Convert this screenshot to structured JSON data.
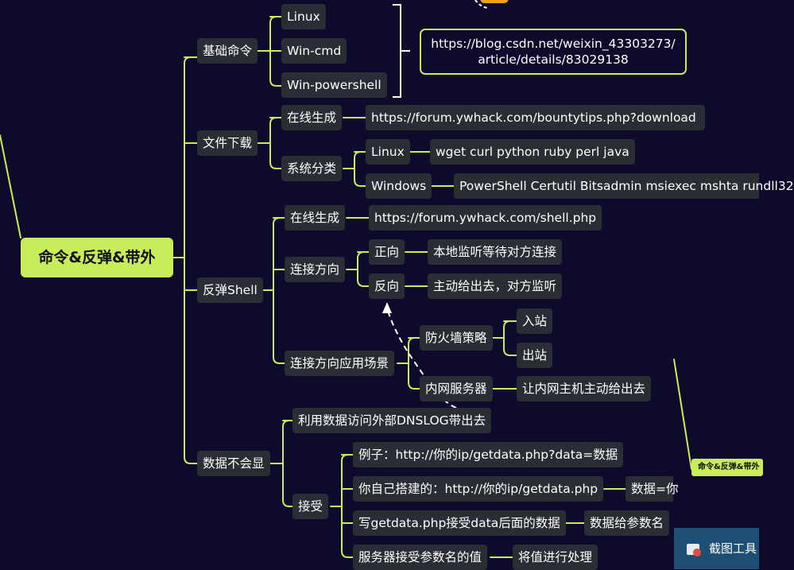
{
  "root": "命令&反弹&带外",
  "basic": {
    "label": "基础命令",
    "items": [
      "Linux",
      "Win-cmd",
      "Win-powershell"
    ],
    "link": [
      "https://blog.csdn.net/weixin_43303273/",
      "article/details/83029138"
    ]
  },
  "download": {
    "label": "文件下载",
    "online": {
      "label": "在线生成",
      "value": "https://forum.ywhack.com/bountytips.php?download"
    },
    "system": {
      "label": "系统分类",
      "linux": {
        "label": "Linux",
        "value": "wget curl python ruby perl java"
      },
      "windows": {
        "label": "Windows",
        "value": "PowerShell Certutil Bitsadmin msiexec mshta rundll32"
      }
    }
  },
  "shell": {
    "label": "反弹Shell",
    "online": {
      "label": "在线生成",
      "value": "https://forum.ywhack.com/shell.php"
    },
    "direction": {
      "label": "连接方向",
      "forward": {
        "label": "正向",
        "value": "本地监听等待对方连接"
      },
      "reverse": {
        "label": "反向",
        "value": "主动给出去，对方监听"
      }
    },
    "scenario": {
      "label": "连接方向应用场景",
      "firewall": {
        "label": "防火墙策略",
        "items": [
          "入站",
          "出站"
        ]
      },
      "intranet": {
        "label": "内网服务器",
        "value": "让内网主机主动给出去"
      }
    }
  },
  "noecho": {
    "label": "数据不会显",
    "dnslog": "利用数据访问外部DNSLOG带出去",
    "receive": {
      "label": "接受",
      "example": "例子：http://你的ip/getdata.php?data=数据",
      "self": {
        "label": "你自己搭建的：http://你的ip/getdata.php",
        "value": "数据=你"
      },
      "write": {
        "label": "写getdata.php接受data后面的数据",
        "value": "数据给参数名"
      },
      "server": {
        "label": "服务器接受参数名的值",
        "value": "将值进行处理"
      }
    }
  },
  "thumbnail": {
    "root": "命令&反弹&带外"
  },
  "snip_tool": {
    "label": "截图工具"
  },
  "colors": {
    "background": "#0e0a2c",
    "branch": "#c8ec5a",
    "node": "#2a2d33",
    "snip": "#1d4f74",
    "dashed": "#ffffff"
  }
}
